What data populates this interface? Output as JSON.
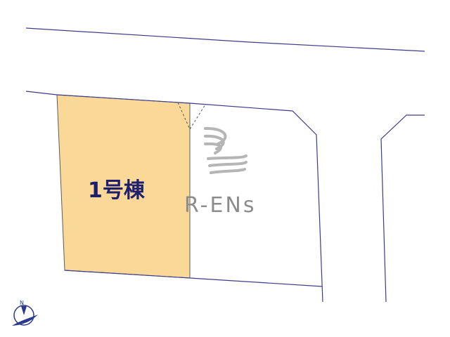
{
  "map": {
    "lot_label": "1号棟",
    "watermark": {
      "text": "R-ENs"
    },
    "compass": {
      "letter": "N"
    }
  },
  "colors": {
    "line": "#3c3c8c",
    "dashed_line": "#555555",
    "lot_fill": "#f9d898",
    "lot_stroke": "#5c5c5c",
    "label": "#1e1e6e",
    "watermark": "#8c8c8c",
    "compass": "#2a3a8c"
  }
}
